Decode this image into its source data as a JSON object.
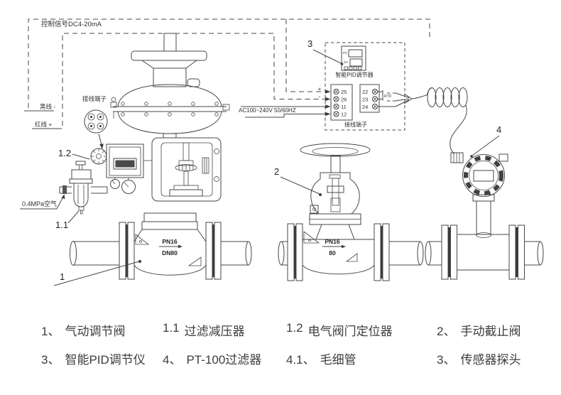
{
  "diagram": {
    "control_signal_label": "控制信号DC4-20mA",
    "wiring": {
      "terminal_title": "接线端子",
      "black_wire": "黑线 -",
      "red_wire": "红线 +"
    },
    "air_label": "0.4MPa空气",
    "power_label": "AC100~240V 50/60HZ",
    "pid": {
      "name": "智能PID调节器",
      "pv": "PV",
      "sv": "SV",
      "plus": "+",
      "minus": "-",
      "terminal_title": "接线端子",
      "rtd": "RTD",
      "left_terminals": [
        "25",
        "26",
        "11",
        "12"
      ],
      "right_terminals": [
        "22",
        "23",
        "24"
      ]
    },
    "valve1_spec": {
      "line1": "PN16",
      "line2": "DN80"
    },
    "valve2_spec": {
      "line1": "PN16",
      "line2": "80"
    },
    "callouts": {
      "item1": "1",
      "item1_1": "1.1",
      "item1_2": "1.2",
      "item2": "2",
      "item3": "3",
      "item4": "4"
    }
  },
  "legend": {
    "items": [
      {
        "num": "1、",
        "label": "气动调节阀"
      },
      {
        "num": "1.1",
        "label": "过滤减压器"
      },
      {
        "num": "1.2",
        "label": "电气阀门定位器"
      },
      {
        "num": "2、",
        "label": "手动截止阀"
      },
      {
        "num": "3、",
        "label": "智能PID调节仪"
      },
      {
        "num": "4、",
        "label": "PT-100过滤器"
      },
      {
        "num": "4.1、",
        "label": "毛细管"
      },
      {
        "num": "3、",
        "label": "传感器探头"
      }
    ]
  }
}
